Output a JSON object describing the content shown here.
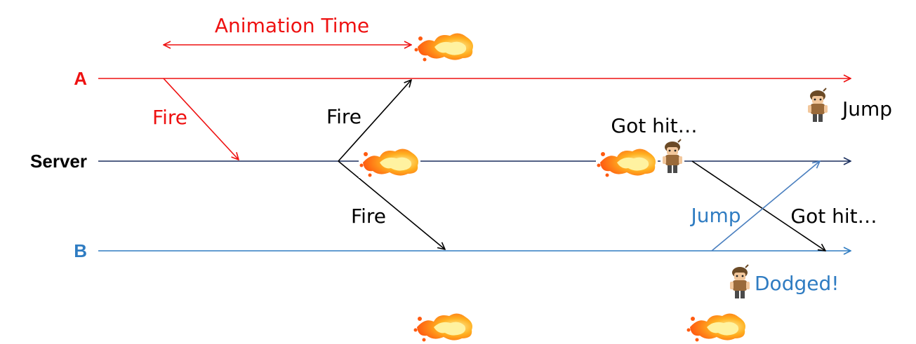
{
  "colors": {
    "client_a": "#ee1111",
    "server": "#1a2f5e",
    "client_b": "#2f7cc2",
    "message": "#000000",
    "jump_message": "#4a7fbf",
    "fireball_core": "#fff2a0",
    "fireball_mid": "#ffb020",
    "fireball_outer": "#ff5a10",
    "sprite_hair": "#6b4a26",
    "sprite_face": "#f2c79c",
    "sprite_body": "#9a6a3a",
    "sprite_legs": "#4a4a4a"
  },
  "lanes": {
    "a": {
      "label": "A"
    },
    "server": {
      "label": "Server"
    },
    "b": {
      "label": "B"
    }
  },
  "annotations": {
    "animation_time": "Animation Time",
    "fire_a": "Fire",
    "fire_server_to_a": "Fire",
    "fire_server_to_b": "Fire",
    "got_hit_server": "Got hit…",
    "got_hit_b": "Got hit…",
    "jump_b": "Jump",
    "jump_a": "Jump",
    "dodged_b": "Dodged!"
  },
  "icons": {
    "fireball": "fireball-icon",
    "character": "character-sprite-icon"
  }
}
